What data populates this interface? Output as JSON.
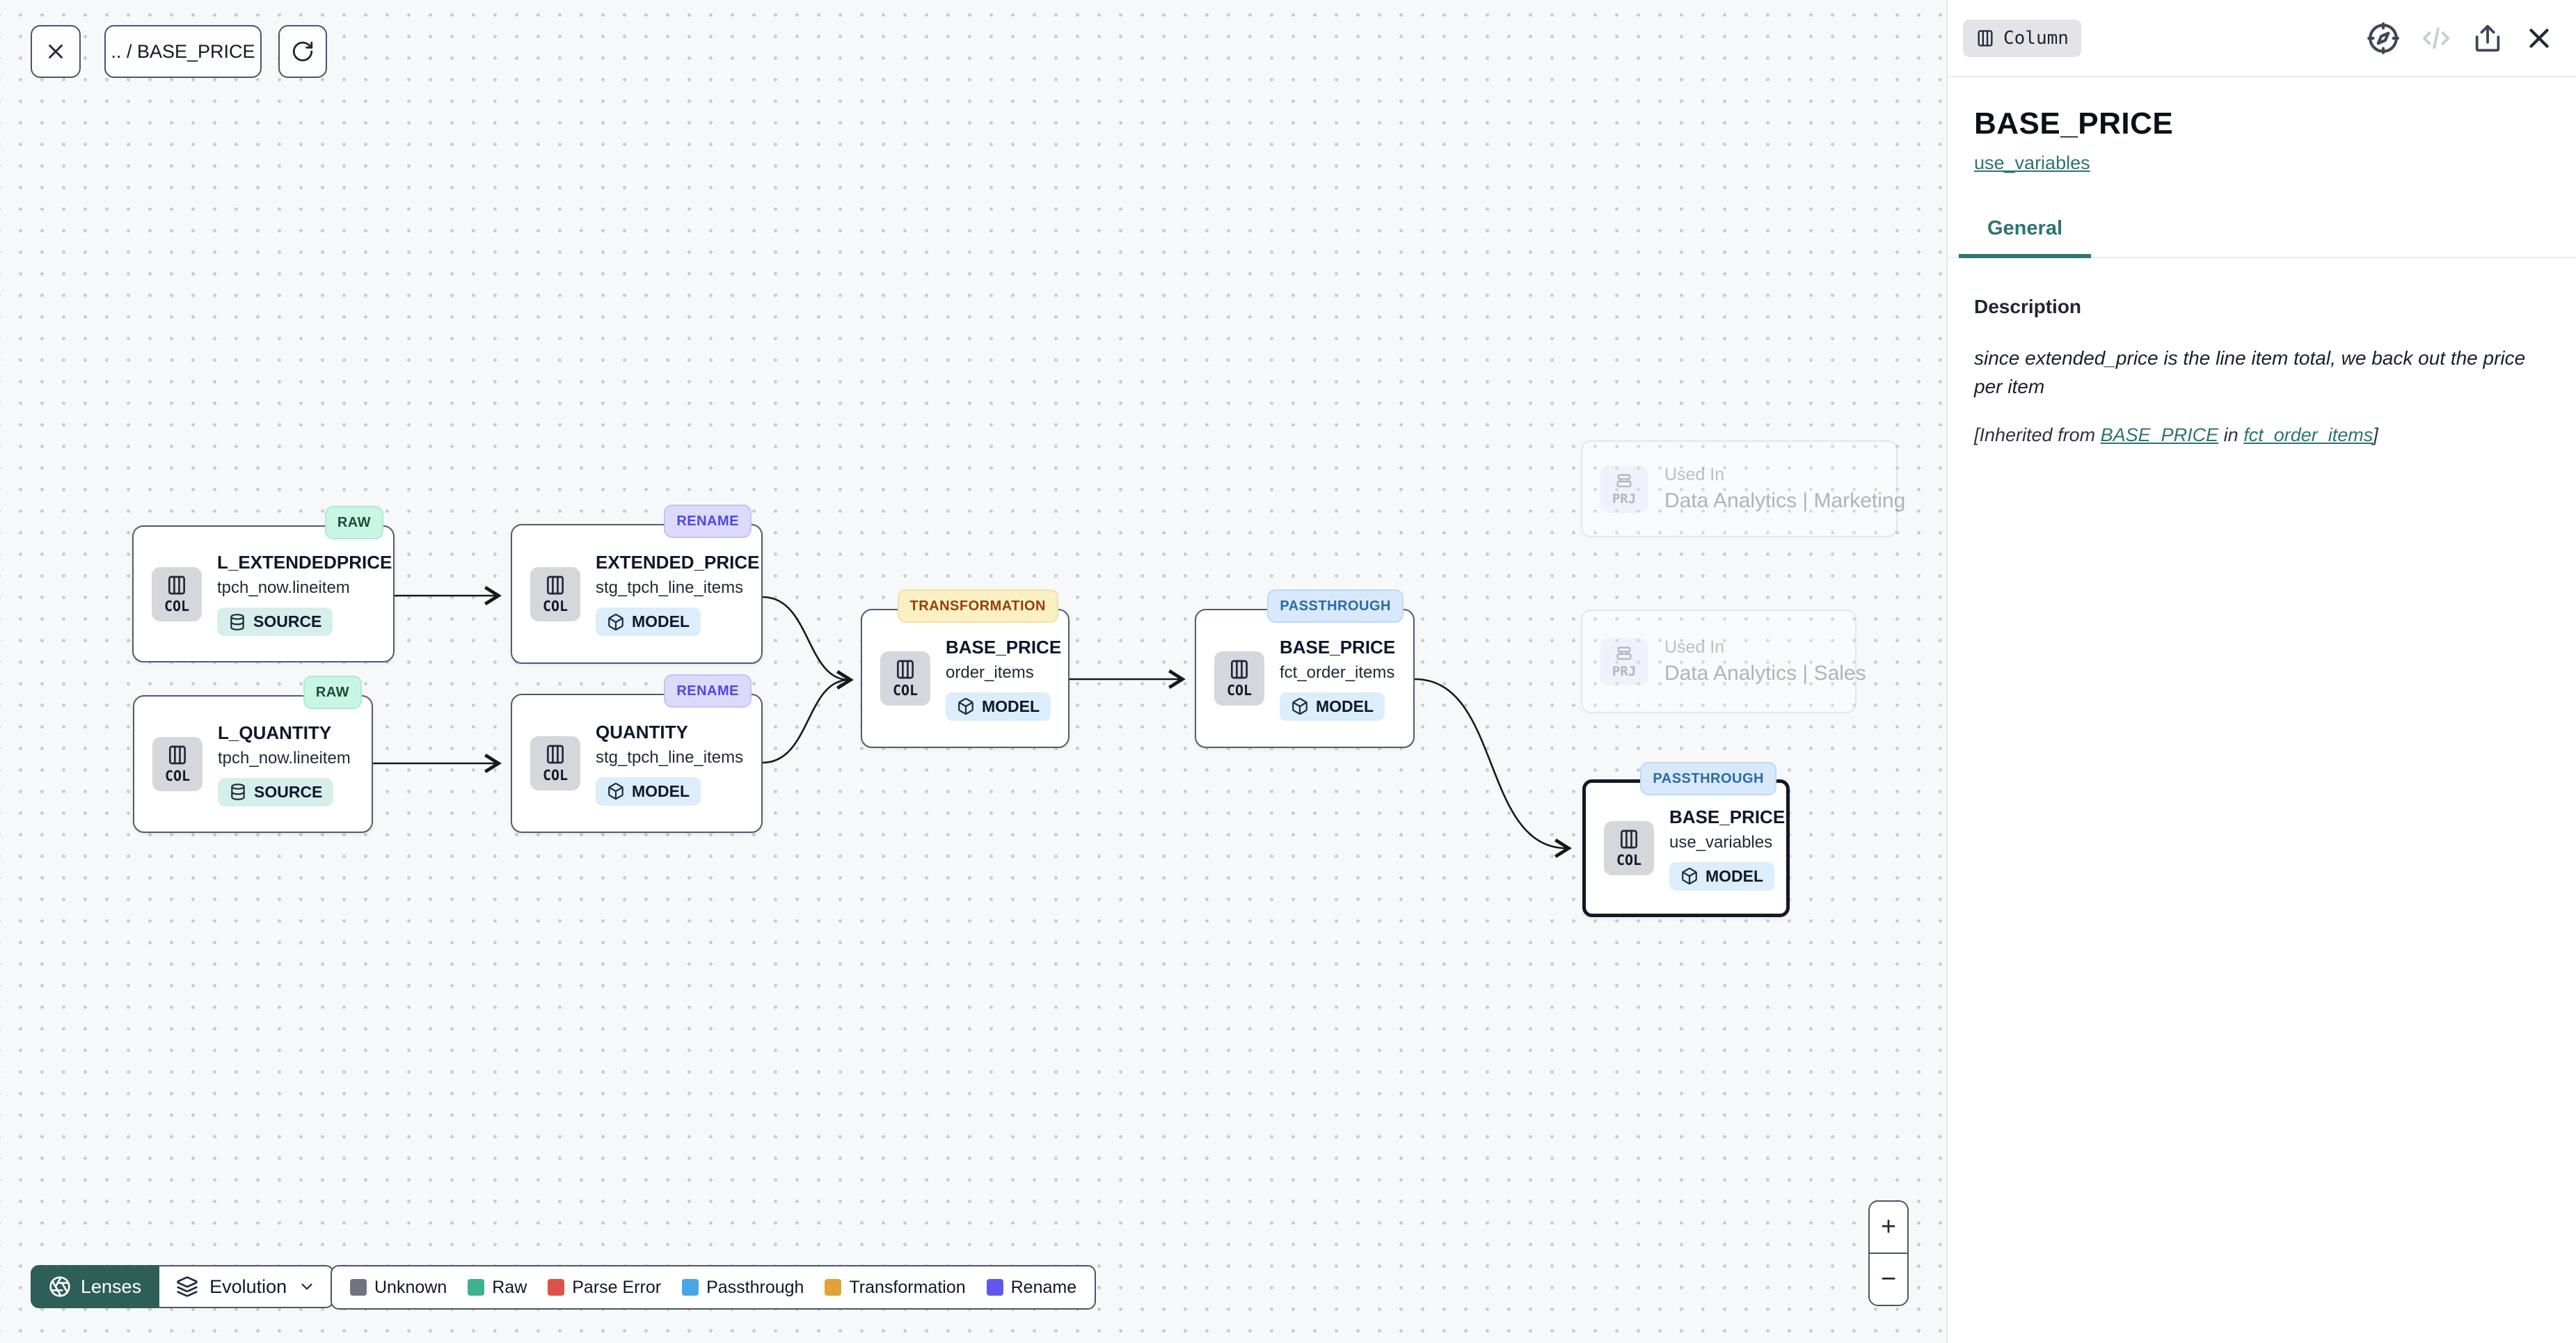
{
  "toolbar": {
    "breadcrumb": ".. / BASE_PRICE"
  },
  "panel": {
    "type_badge": "Column",
    "title": "BASE_PRICE",
    "model_link": "use_variables",
    "tabs": [
      {
        "label": "General"
      }
    ],
    "description_heading": "Description",
    "description_body": "since extended_price is the line item total, we back out the price per item",
    "inherited": {
      "prefix": "[Inherited from ",
      "column_link": "BASE_PRICE",
      "middle": " in ",
      "model_link": "fct_order_items",
      "suffix": "]"
    }
  },
  "graph": {
    "nodes": [
      {
        "badge": "RAW",
        "title": "L_EXTENDEDPRICE",
        "subtitle": "tpch_now.lineitem",
        "kind": "SOURCE",
        "icon_label": "COL"
      },
      {
        "badge": "RENAME",
        "title": "EXTENDED_PRICE",
        "subtitle": "stg_tpch_line_items",
        "kind": "MODEL",
        "icon_label": "COL"
      },
      {
        "badge": "RAW",
        "title": "L_QUANTITY",
        "subtitle": "tpch_now.lineitem",
        "kind": "SOURCE",
        "icon_label": "COL"
      },
      {
        "badge": "RENAME",
        "title": "QUANTITY",
        "subtitle": "stg_tpch_line_items",
        "kind": "MODEL",
        "icon_label": "COL"
      },
      {
        "badge": "TRANSFORMATION",
        "title": "BASE_PRICE",
        "subtitle": "order_items",
        "kind": "MODEL",
        "icon_label": "COL"
      },
      {
        "badge": "PASSTHROUGH",
        "title": "BASE_PRICE",
        "subtitle": "fct_order_items",
        "kind": "MODEL",
        "icon_label": "COL"
      },
      {
        "badge": "PASSTHROUGH",
        "title": "BASE_PRICE",
        "subtitle": "use_variables",
        "kind": "MODEL",
        "icon_label": "COL"
      }
    ],
    "used_in": [
      {
        "label": "Used In",
        "name": "Data Analytics | Marketing",
        "icon_label": "PRJ"
      },
      {
        "label": "Used In",
        "name": "Data Analytics | Sales",
        "icon_label": "PRJ"
      }
    ]
  },
  "controls": {
    "lenses": "Lenses",
    "lens_selected": "Evolution",
    "zoom_in": "+",
    "zoom_out": "−"
  },
  "legend": {
    "items": [
      {
        "label": "Unknown",
        "color": "#6f7480"
      },
      {
        "label": "Raw",
        "color": "#3db28c"
      },
      {
        "label": "Parse Error",
        "color": "#dc5149"
      },
      {
        "label": "Passthrough",
        "color": "#46a6e8"
      },
      {
        "label": "Transformation",
        "color": "#e0a33c"
      },
      {
        "label": "Rename",
        "color": "#6157f0"
      }
    ]
  },
  "colors": {
    "accent_teal": "#2b7470",
    "edge": "#15181d",
    "badge_raw_bg": "#c9f6e2",
    "badge_rename_bg": "#dcdafb",
    "badge_transformation_bg": "#fbf0c4",
    "badge_passthrough_bg": "#d8e9fb",
    "lenses_button_bg": "#2d5f56"
  }
}
